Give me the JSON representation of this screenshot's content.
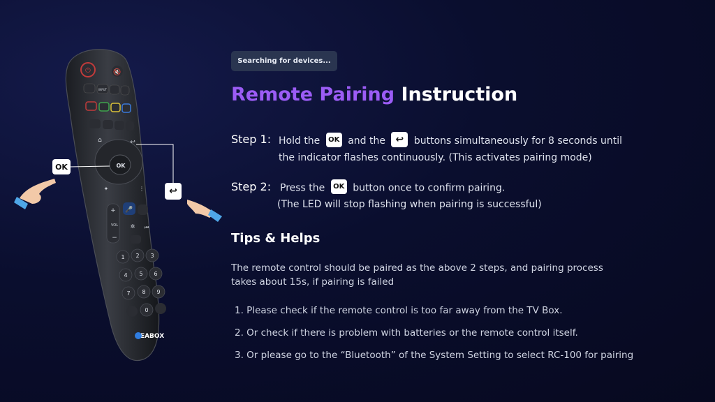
{
  "status_badge": "Searching for devices...",
  "title": {
    "accent": "Remote Pairing",
    "rest": "Instruction"
  },
  "step1": {
    "label": "Step 1:",
    "text_a": "Hold the",
    "key_ok": "OK",
    "text_b": "and the",
    "key_back": "↩",
    "text_c": "buttons simultaneously for 8 seconds until",
    "line2": "the indicator flashes continuously. (This activates pairing mode)"
  },
  "step2": {
    "label": "Step 2:",
    "text_a": "Press the",
    "key_ok": "OK",
    "text_b": "button once to confirm pairing.",
    "line2": "(The LED will stop flashing when pairing is successful)"
  },
  "tips": {
    "title": "Tips & Helps",
    "intro": "The remote control should be paired as the above 2 steps, and pairing process takes about 15s, if pairing is failed",
    "items": [
      "1. Please check if the remote control is too far away from the TV Box.",
      "2. Or check if there is problem with batteries or the remote control itself.",
      "3. Or please go to the “Bluetooth” of the System Setting to select RC-100 for pairing"
    ]
  },
  "remote": {
    "brand": "FEABOX",
    "ok_label": "OK",
    "back_label": "↩",
    "vol_label": "VOL",
    "input_label": "INPUT",
    "keypad": [
      "1",
      "2",
      "3",
      "4",
      "5",
      "6",
      "7",
      "8",
      "9",
      "0"
    ],
    "color_keys": [
      "#c23b3b",
      "#3fa34d",
      "#d9c23a",
      "#3a79d9"
    ]
  },
  "icons": {
    "hand_left": "pointing-hand-icon",
    "hand_right": "pointing-hand-icon",
    "mic": "microphone-icon",
    "power": "power-icon",
    "mute": "mute-icon"
  }
}
